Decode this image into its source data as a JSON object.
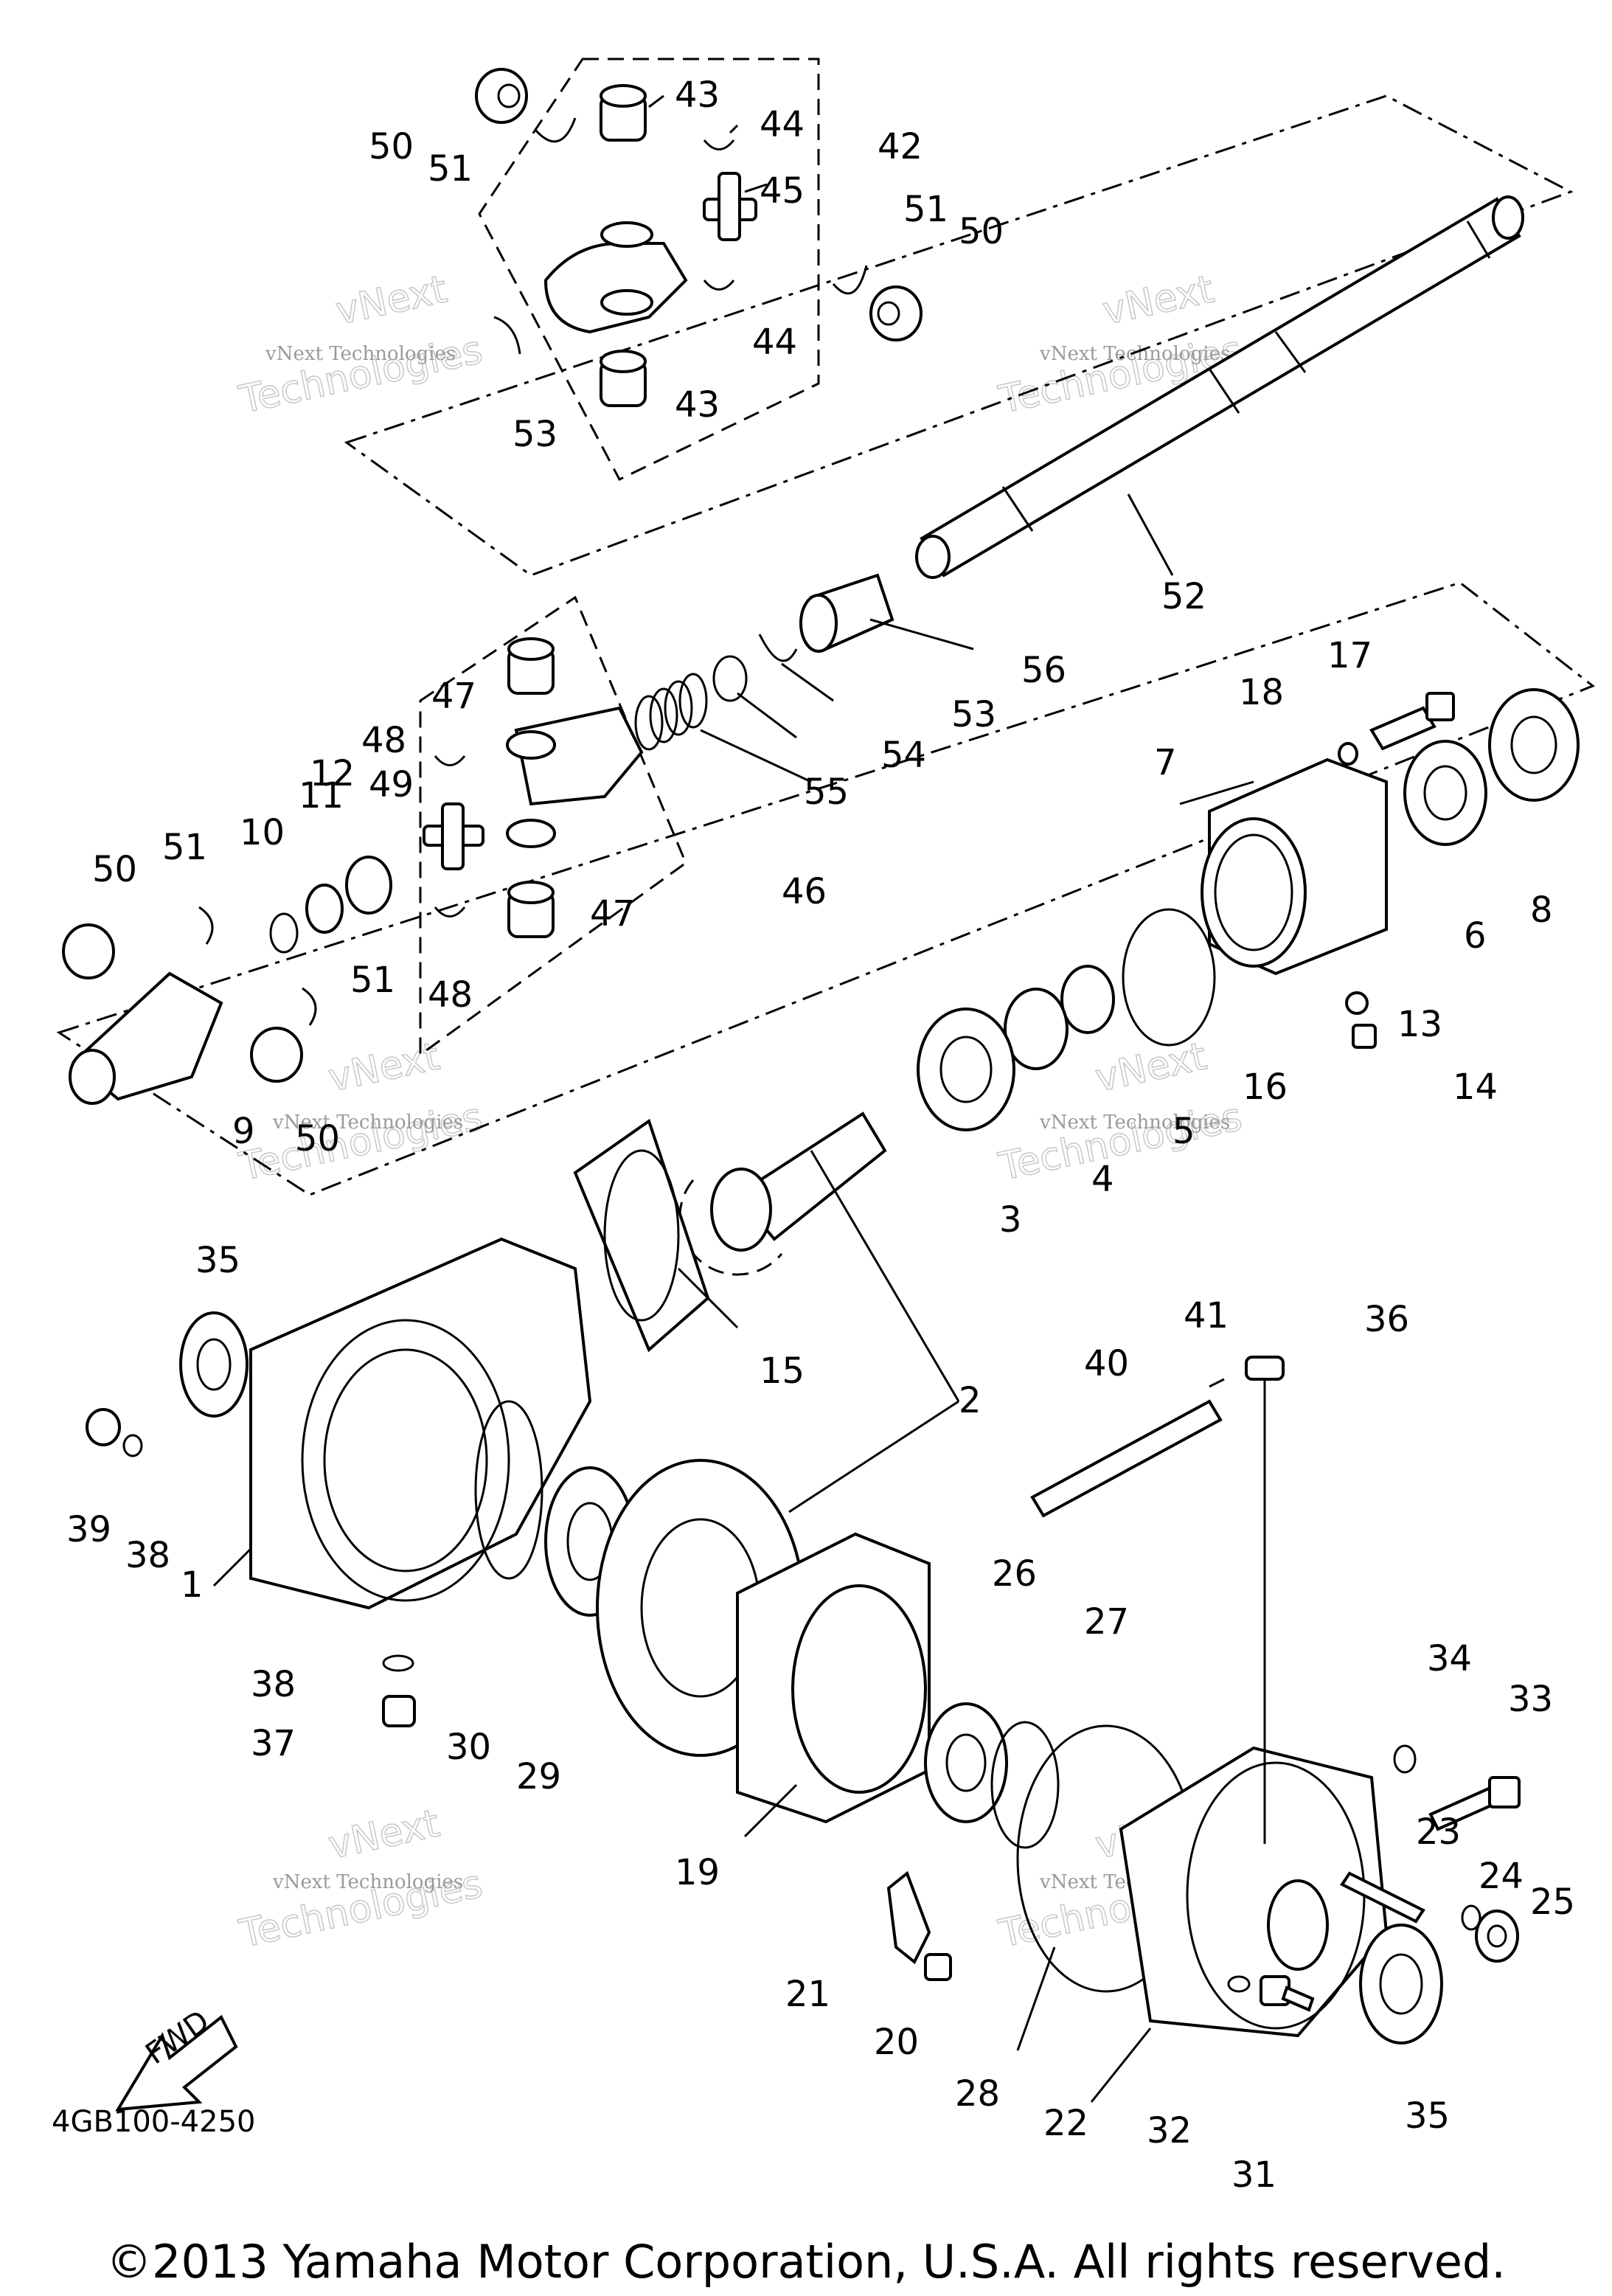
{
  "diagram": {
    "part_number": "4GB100-4250",
    "fwd_label": "FWD",
    "watermark_small": "vNext Technologies",
    "watermark_big_1": "vNext",
    "watermark_big_2": "Technologies",
    "callouts": [
      "1",
      "2",
      "3",
      "4",
      "5",
      "6",
      "7",
      "8",
      "9",
      "10",
      "11",
      "12",
      "13",
      "14",
      "15",
      "16",
      "17",
      "18",
      "19",
      "20",
      "21",
      "22",
      "23",
      "24",
      "25",
      "26",
      "27",
      "28",
      "29",
      "30",
      "31",
      "32",
      "33",
      "34",
      "35",
      "36",
      "37",
      "38",
      "39",
      "40",
      "41",
      "42",
      "43",
      "44",
      "45",
      "46",
      "47",
      "48",
      "49",
      "50",
      "51",
      "52",
      "53",
      "54",
      "55",
      "56"
    ]
  },
  "footer": {
    "copyright": "©2013 Yamaha Motor Corporation, U.S.A. All rights reserved."
  }
}
